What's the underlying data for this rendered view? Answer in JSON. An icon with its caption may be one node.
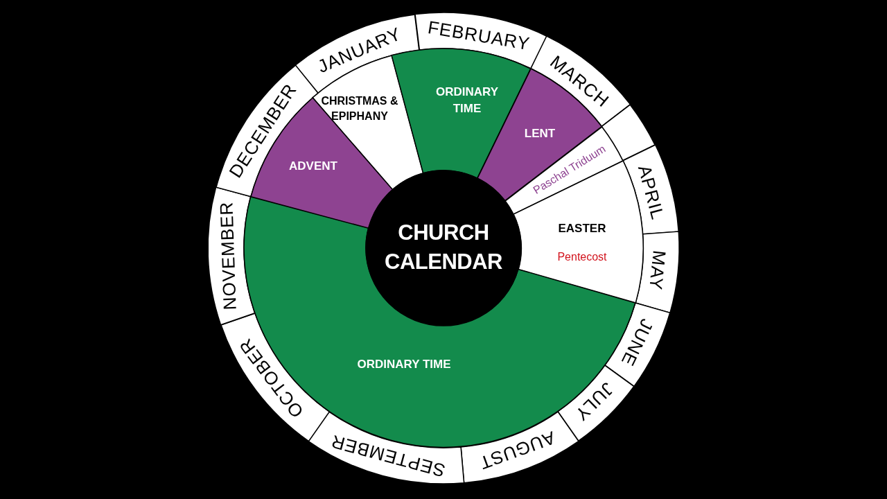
{
  "diagram": {
    "nodes": [
      {
        "text": [
          "JANUARY"
        ]
      },
      {
        "text": [
          "FEBRUARY"
        ]
      },
      {
        "text": [
          "MARCH"
        ]
      },
      {
        "text": [],
        "shape": "segment"
      },
      {
        "text": [
          "APRIL"
        ]
      },
      {
        "text": [
          "MAY"
        ]
      },
      {
        "text": [
          "JUNE"
        ]
      },
      {
        "text": [
          "JULY"
        ]
      },
      {
        "text": [
          "AUGUST"
        ]
      },
      {
        "text": [
          "SEPTEMBER"
        ]
      },
      {
        "text": [
          "OCTOBER"
        ]
      },
      {
        "text": [
          "NOVEMBER"
        ]
      },
      {
        "text": [
          "DECEMBER"
        ]
      },
      {
        "text": [
          "CHRISTMAS & EPIPHANY"
        ]
      },
      {
        "text": [
          "ORDINARY TIME"
        ]
      },
      {
        "text": [
          "LENT"
        ]
      },
      {
        "text": [
          "Paschal Triduum"
        ]
      },
      {
        "text": [
          "EASTER",
          "Pentecost"
        ]
      },
      {
        "text": [
          "ORDINARY TIME"
        ]
      },
      {
        "text": [
          "ADVENT"
        ]
      },
      {
        "text": [
          "CHURCH CALENDAR"
        ]
      }
    ]
  }
}
